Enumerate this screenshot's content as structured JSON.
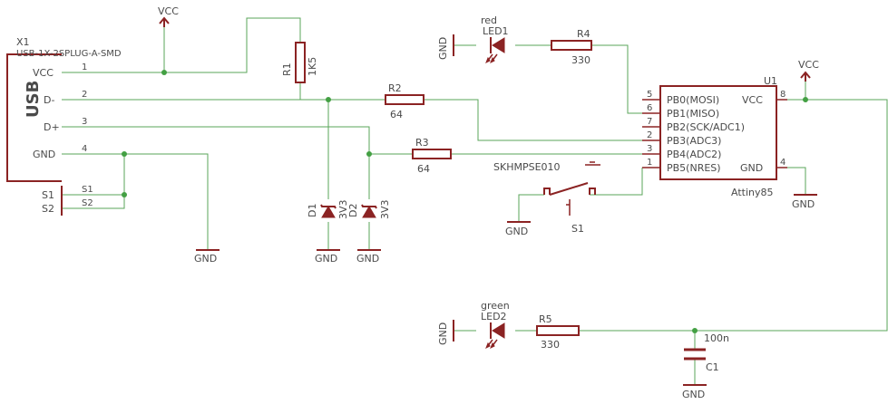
{
  "x1": {
    "ref": "X1",
    "value": "USB-1X-2SPLUG-A-SMD",
    "body_label": "USB",
    "pins": [
      {
        "name": "VCC",
        "num": "1"
      },
      {
        "name": "D-",
        "num": "2"
      },
      {
        "name": "D+",
        "num": "3"
      },
      {
        "name": "GND",
        "num": "4"
      }
    ],
    "shield": [
      {
        "name": "S1",
        "num": "S1"
      },
      {
        "name": "S2",
        "num": "S2"
      }
    ]
  },
  "u1": {
    "ref": "U1",
    "value": "Attiny85",
    "left_pins": [
      {
        "num": "5",
        "name": "PB0(MOSI)"
      },
      {
        "num": "6",
        "name": "PB1(MISO)"
      },
      {
        "num": "7",
        "name": "PB2(SCK/ADC1)"
      },
      {
        "num": "2",
        "name": "PB3(ADC3)"
      },
      {
        "num": "3",
        "name": "PB4(ADC2)"
      },
      {
        "num": "1",
        "name": "PB5(NRES)"
      }
    ],
    "right_pins": [
      {
        "num": "8",
        "name": "VCC"
      },
      {
        "num": "4",
        "name": "GND"
      }
    ]
  },
  "r1": {
    "ref": "R1",
    "value": "1K5"
  },
  "r2": {
    "ref": "R2",
    "value": "64"
  },
  "r3": {
    "ref": "R3",
    "value": "64"
  },
  "r4": {
    "ref": "R4",
    "value": "330"
  },
  "r5": {
    "ref": "R5",
    "value": "330"
  },
  "d1": {
    "ref": "D1",
    "value": "3V3"
  },
  "d2": {
    "ref": "D2",
    "value": "3V3"
  },
  "led1": {
    "ref": "LED1",
    "color": "red"
  },
  "led2": {
    "ref": "LED2",
    "color": "green"
  },
  "s1": {
    "ref": "S1",
    "value": "SKHMPSE010"
  },
  "c1": {
    "ref": "C1",
    "value": "100n"
  },
  "nets": {
    "vcc": "VCC",
    "gnd": "GND"
  }
}
